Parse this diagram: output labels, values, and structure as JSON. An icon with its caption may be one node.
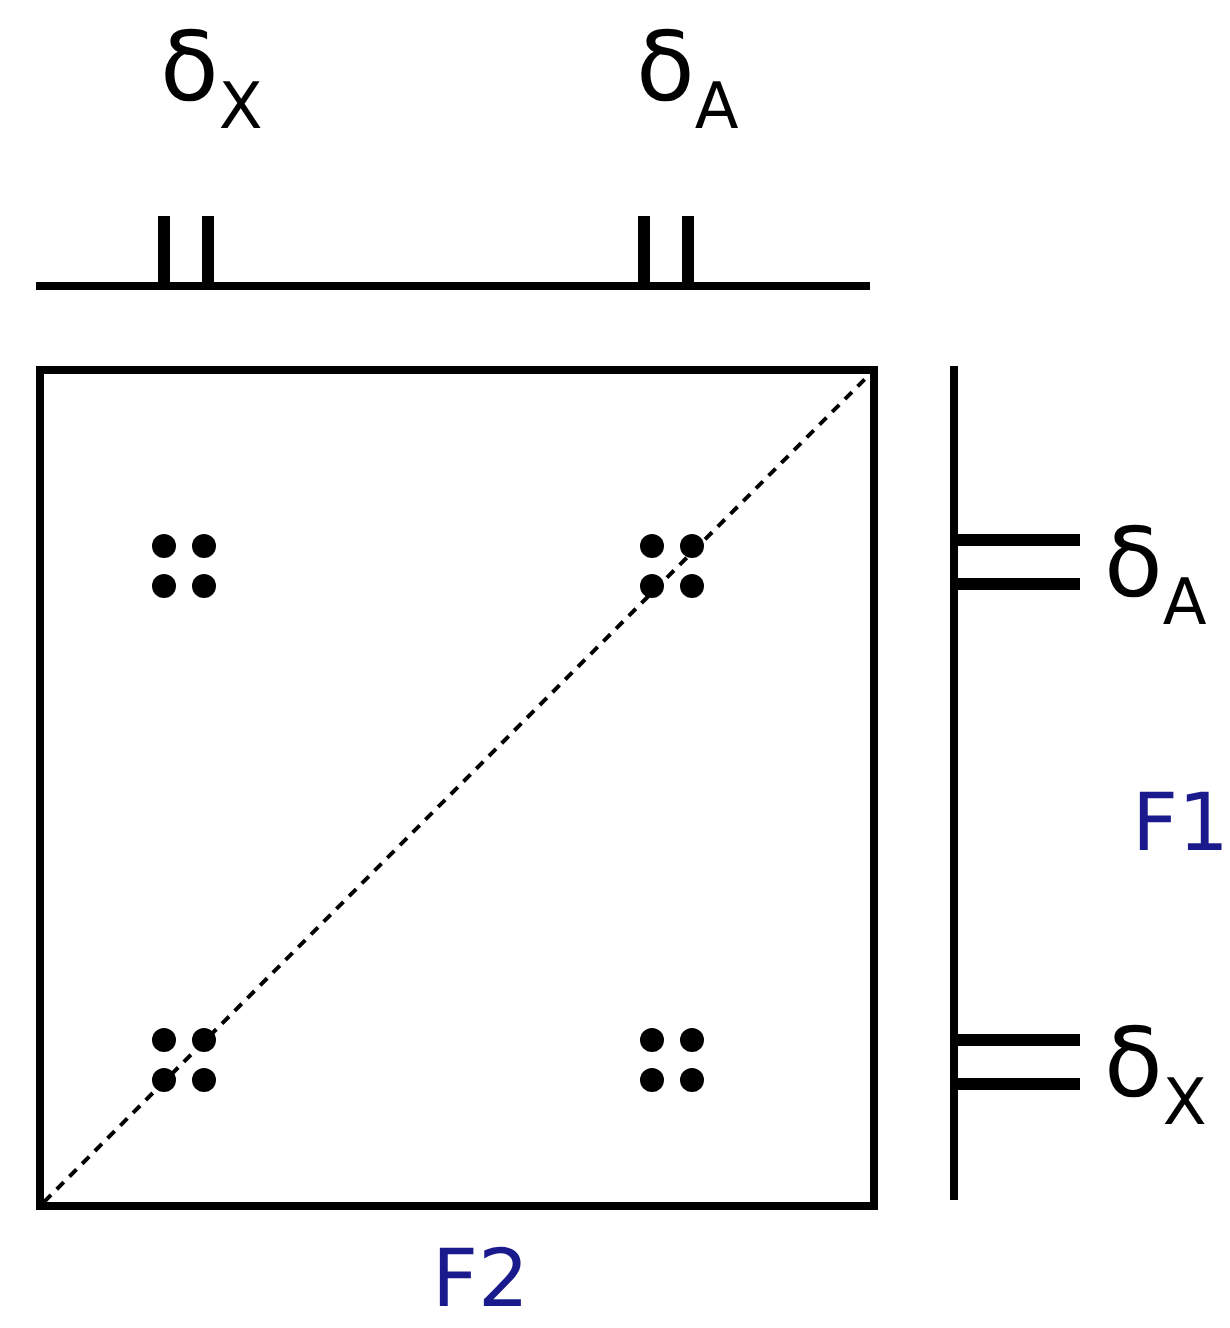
{
  "diagram": {
    "labels": [
      "δ$_{X}$",
      "δ$_{A}$",
      "δ$_{A}$",
      "F1",
      "δ$_{X}$",
      "F2"
    ]
  }
}
